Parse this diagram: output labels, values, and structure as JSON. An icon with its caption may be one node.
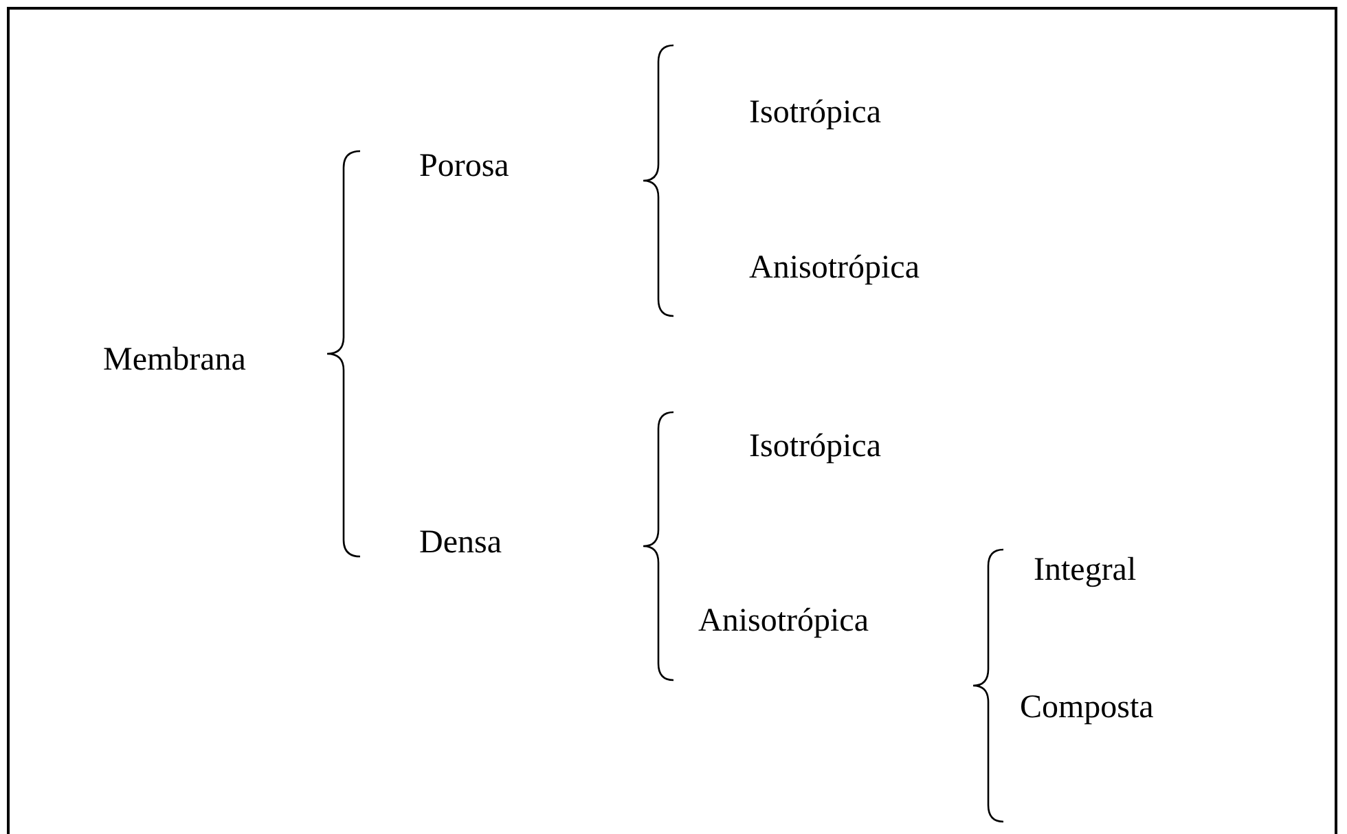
{
  "diagram": {
    "labels": [
      "Membrana",
      "Porosa",
      "Isotrópica",
      "Anisotrópica",
      "Densa",
      "Isotrópica",
      "Anisotrópica",
      "Integral",
      "Composta"
    ]
  }
}
